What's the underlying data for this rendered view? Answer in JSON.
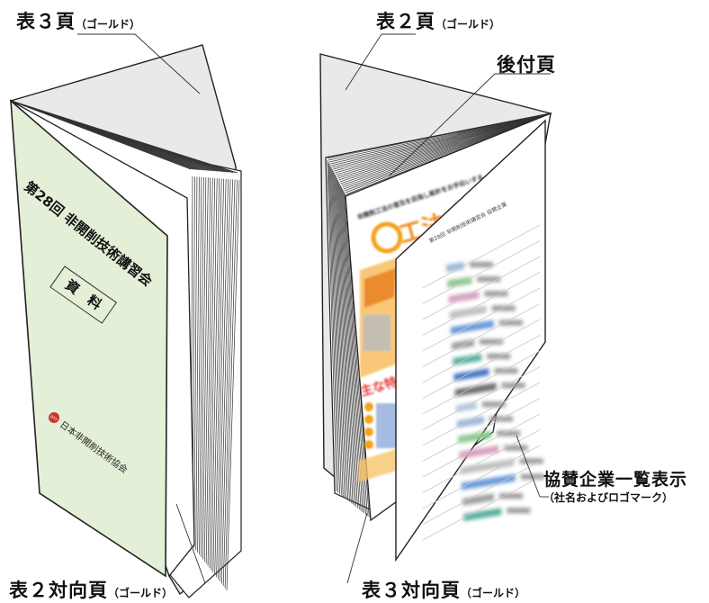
{
  "labels": {
    "cover3_main": "表３頁",
    "cover3_sub": "（ゴールド）",
    "cover2_main": "表２頁",
    "cover2_sub": "（ゴールド）",
    "back_matter": "後付頁",
    "sponsors_main": "協賛企業一覧表示",
    "sponsors_sub": "（社名およびロゴマーク）",
    "cover2_facing_main": "表２対向頁",
    "cover2_facing_sub": "（ゴールド）",
    "cover3_facing_main": "表３対向頁",
    "cover3_facing_sub": "（ゴールド）"
  },
  "left_book": {
    "title": "第28回 非開削技術講習会",
    "subtitle": "資　料",
    "publisher": "日本非開削技術協会",
    "logo_text": "JSTT"
  },
  "right_book": {
    "ad_headline": "非開削工法の普及を目指し設計をお手伝いする",
    "ad_brand": "工法ん",
    "ad_features": "主な特",
    "sponsor_page_title": "第28回 非開削技術講習会 協賛企業"
  },
  "colors": {
    "cover_green": "#e4efd8",
    "blur_blue": "#4a78c8",
    "ad_orange": "#f3a21c"
  }
}
